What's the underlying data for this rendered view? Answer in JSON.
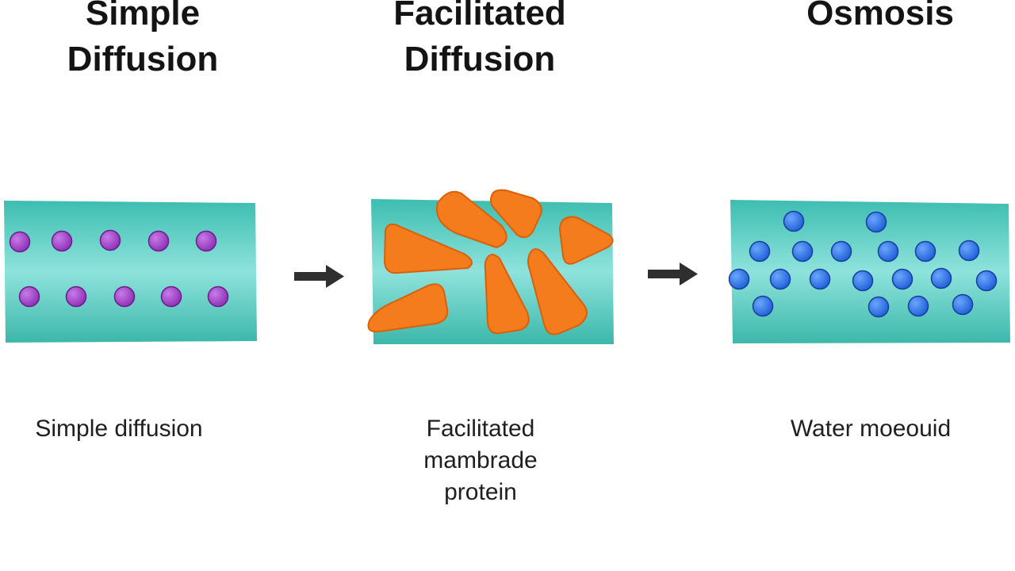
{
  "panels": [
    {
      "id": "simple",
      "title_lines": [
        "Simple",
        "Diffusion"
      ],
      "caption_lines": [
        "Simple diffusion"
      ],
      "particle_color": "#8e2fb4"
    },
    {
      "id": "facilitated",
      "title_lines": [
        "Facilitated",
        "Diffusion"
      ],
      "caption_lines": [
        "Facilitated",
        "mambrade",
        "protein"
      ],
      "particle_color": "#f57c1c"
    },
    {
      "id": "osmosis",
      "title_lines": [
        "Osmosis"
      ],
      "caption_lines": [
        "Water moeouid"
      ],
      "particle_color": "#1f5fd6"
    }
  ],
  "colors": {
    "membrane_top": "#3dbdb0",
    "membrane_mid": "#8ee3dc",
    "membrane_bottom": "#3cb7aa",
    "arrow": "#2f2f2f",
    "protein_outline": "#d95f0b"
  },
  "icons": {
    "arrow_1": "right-arrow-icon",
    "arrow_2": "right-arrow-icon"
  }
}
